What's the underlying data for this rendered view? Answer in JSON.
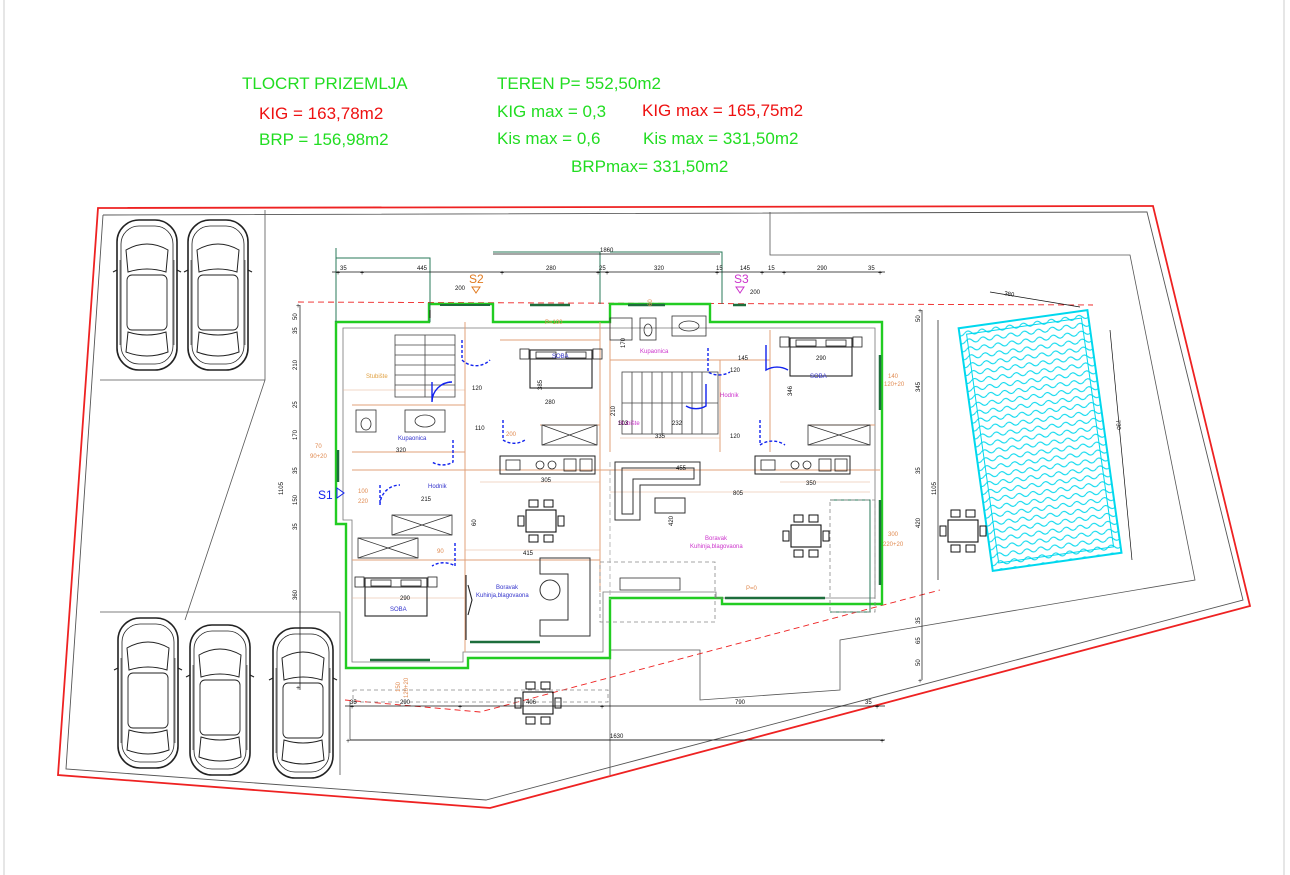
{
  "header": {
    "title": "TLOCRT PRIZEMLJA",
    "kig": "KIG = 163,78m2",
    "brp": "BRP = 156,98m2",
    "teren": "TEREN P= 552,50m2",
    "kig_max_ratio": "KIG max = 0,3",
    "kig_max_area": "KIG max = 165,75m2",
    "kis_max_ratio": "Kis max = 0,6",
    "kis_max_area": "Kis  max = 331,50m2",
    "brp_max": "BRPmax= 331,50m2"
  },
  "sections": {
    "s1": "S1",
    "s2": "S2",
    "s3": "S3"
  },
  "rooms": {
    "soba_a": "SOBA",
    "soba_b": "SOBA",
    "soba_c": "SOBA",
    "kupaonica_a": "Kupaonica",
    "kupaonica_b": "Kupaonica",
    "hodnik_a": "Hodnik",
    "hodnik_b": "Hodnik",
    "stubiste_a": "Stubište",
    "stubiste_b": "Stubište",
    "boravak_a": "Boravak",
    "boravak_a_sub": "Kuhinja,blagovaona",
    "boravak_b": "Boravak",
    "boravak_b_sub": "Kuhinja,blagovaona"
  },
  "dims": {
    "top": [
      "35",
      "445",
      "200",
      "280",
      "25",
      "320",
      "15",
      "145",
      "15",
      "290",
      "35",
      "200"
    ],
    "top_total": "1860",
    "bottom": [
      "35",
      "290",
      "406",
      "790",
      "35"
    ],
    "bottom_total": "1630",
    "left": [
      "50",
      "35",
      "210",
      "25",
      "170",
      "35",
      "150",
      "35",
      "360",
      "1105"
    ],
    "right": [
      "50",
      "345",
      "35",
      "420",
      "35",
      "65",
      "50",
      "1105"
    ],
    "pool": [
      "380",
      "730"
    ],
    "inner": [
      "120",
      "110",
      "320",
      "215",
      "305",
      "415",
      "455",
      "805",
      "350",
      "290",
      "280",
      "335",
      "232",
      "103",
      "120",
      "385",
      "346",
      "290",
      "170",
      "210",
      "60",
      "420",
      "120",
      "145"
    ],
    "openings": [
      "140",
      "120+20",
      "100",
      "220",
      "90",
      "90+20",
      "70",
      "200",
      "300",
      "220+20",
      "150",
      "120+20",
      "60",
      "P=100",
      "P=0"
    ]
  },
  "colors": {
    "building_outline": "#22cc22",
    "plot_outline": "#ee2222",
    "dimension": "#111111",
    "annotation": "#e08a50",
    "door": "#1122ee",
    "pool_water": "#00d8ee",
    "room_label": "#3333cc",
    "section_mark": "#cc33cc"
  }
}
